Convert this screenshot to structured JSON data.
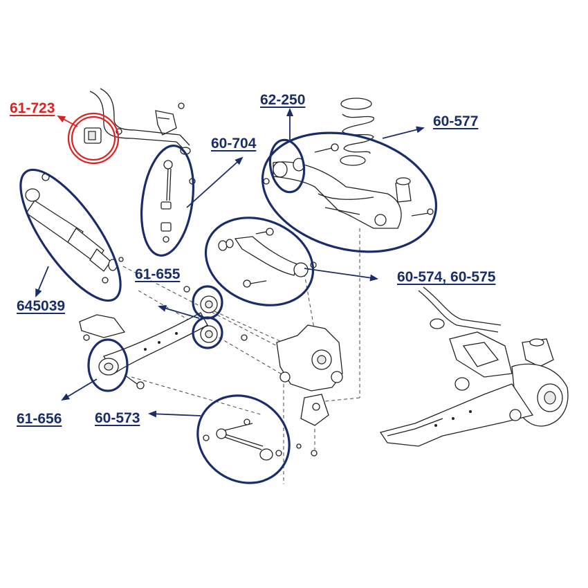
{
  "colors": {
    "highlight_blue": "#1a2d6b",
    "highlight_red": "#e0201f",
    "line_art": "#222222"
  },
  "labels": {
    "sway_bar_bushing": "61-723",
    "toe_adjuster": "62-250",
    "lower_control_arm": "60-577",
    "sway_bar_link": "60-704",
    "shock_absorber": "645039",
    "upper_control_arm": "60-574, 60-575",
    "trailing_arm_bushing": "61-655",
    "knuckle_bushing": "61-656",
    "lateral_link": "60-573"
  }
}
